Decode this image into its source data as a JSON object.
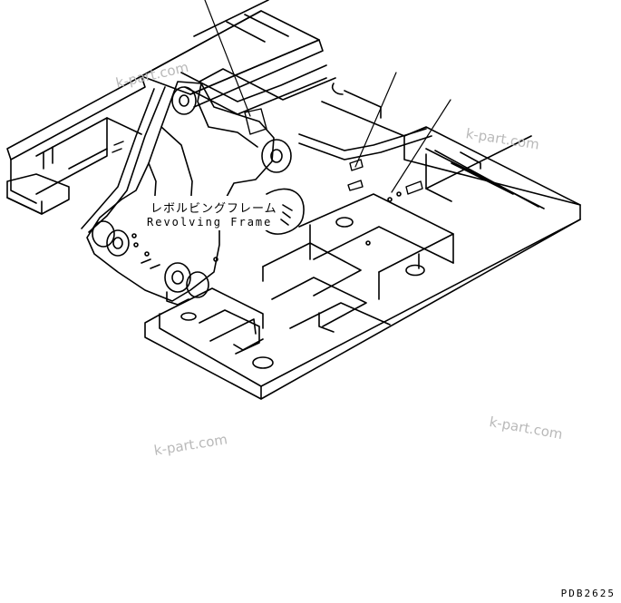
{
  "callout": {
    "label_jp": "レボルビングフレーム",
    "label_en": "Revolving Frame"
  },
  "watermarks": [
    "k-part.com",
    "k-part.com",
    "k-part.com",
    "k-part.com"
  ],
  "drawing_code": "PDB2625",
  "colors": {
    "line": "#000000",
    "watermark": "#b9b9b9",
    "background": "#ffffff"
  }
}
